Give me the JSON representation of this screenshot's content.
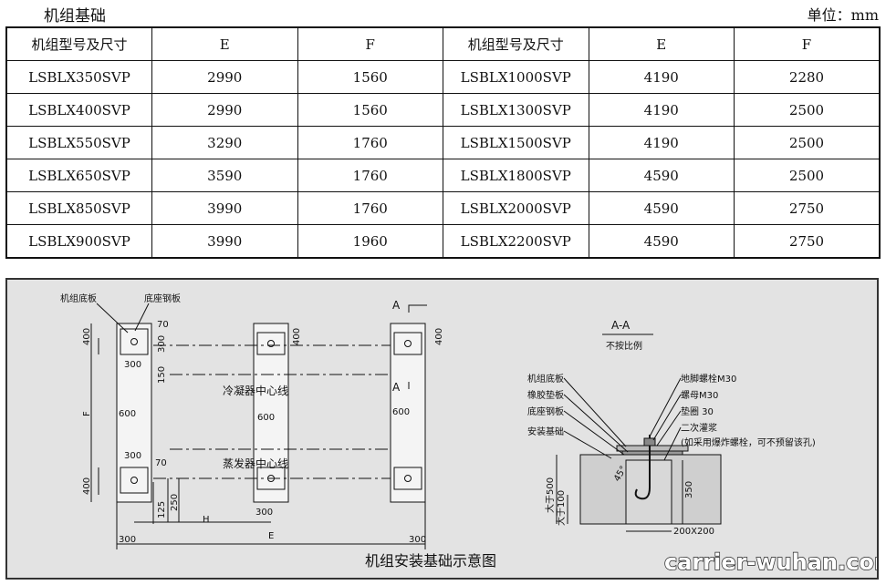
{
  "header": {
    "title": "机组基础",
    "unit": "单位：mm"
  },
  "table": {
    "columns": [
      "机组型号及尺寸",
      "E",
      "F",
      "机组型号及尺寸",
      "E",
      "F"
    ],
    "rows": [
      [
        "LSBLX350SVP",
        "2990",
        "1560",
        "LSBLX1000SVP",
        "4190",
        "2280"
      ],
      [
        "LSBLX400SVP",
        "2990",
        "1560",
        "LSBLX1300SVP",
        "4190",
        "2500"
      ],
      [
        "LSBLX550SVP",
        "3290",
        "1760",
        "LSBLX1500SVP",
        "4190",
        "2500"
      ],
      [
        "LSBLX650SVP",
        "3590",
        "1760",
        "LSBLX1800SVP",
        "4590",
        "2500"
      ],
      [
        "LSBLX850SVP",
        "3990",
        "1760",
        "LSBLX2000SVP",
        "4590",
        "2750"
      ],
      [
        "LSBLX900SVP",
        "3990",
        "1960",
        "LSBLX2200SVP",
        "4590",
        "2750"
      ]
    ]
  },
  "drawing": {
    "caption": "机组安装基础示意图",
    "plan": {
      "label_unit_base": "机组底板",
      "label_base_steel": "底座钢板",
      "condenser_center": "冷凝器中心线",
      "evaporator_center": "蒸发器中心线",
      "section_mark_a1": "A",
      "section_mark_a2": "A",
      "dim_70_top": "70",
      "dim_70_bottom": "70",
      "dim_300_a": "300",
      "dim_300_b": "300",
      "dim_300_c": "300",
      "dim_300_d": "300",
      "dim_300_e": "300",
      "dim_400_a": "400",
      "dim_400_b": "400",
      "dim_400_c": "400",
      "dim_400_d": "400",
      "dim_150": "150",
      "dim_600_a": "600",
      "dim_600_b": "600",
      "dim_600_c": "600",
      "dim_f": "F",
      "dim_125": "125",
      "dim_250": "250",
      "dim_h": "H",
      "dim_e": "E"
    },
    "section": {
      "title": "A-A",
      "subtitle": "不按比例",
      "left_labels": [
        "机组底板",
        "橡胶垫板",
        "底座钢板",
        "安装基础"
      ],
      "right_labels": [
        "地脚螺栓M30",
        "螺母M30",
        "垫圈  30",
        "二次灌浆",
        "(如采用爆炸螺栓，可不预留该孔)"
      ],
      "dim_45": "45°",
      "dim_500": "大于500",
      "dim_100": "大于100",
      "dim_350": "350",
      "dim_200x200": "200X200"
    }
  },
  "watermark": "carrier-wuhan.com"
}
